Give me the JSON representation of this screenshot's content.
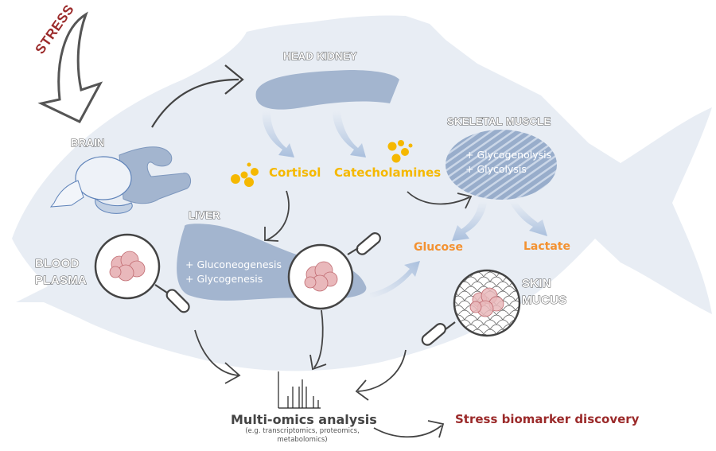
{
  "stress_label": "STRESS",
  "organs": {
    "brain": "BRAIN",
    "head_kidney": "HEAD KIDNEY",
    "skeletal_muscle": "SKELETAL MUSCLE",
    "liver": "LIVER",
    "blood_plasma": [
      "BLOOD",
      "PLASMA"
    ],
    "skin_mucus": [
      "SKIN",
      "MUCUS"
    ]
  },
  "hormones": {
    "cortisol": "Cortisol",
    "catecholamines": "Catecholamines"
  },
  "processes": {
    "muscle": [
      "+ Glycogenolysis",
      "+ Glycolysis"
    ],
    "liver": [
      "+ Gluconeogenesis",
      "+ Glycogenesis"
    ]
  },
  "metabolites": {
    "glucose": "Glucose",
    "lactate": "Lactate"
  },
  "analysis": {
    "title": "Multi-omics analysis",
    "subtitle_line1": "(e.g. transcriptomics, proteomics,",
    "subtitle_line2": "metabolomics)"
  },
  "outcome": "Stress biomarker discovery",
  "colors": {
    "fish_body": "#e8edf4",
    "organ_blue": "#a3b5cf",
    "hormone_yellow": "#f5b800",
    "metabolite_orange": "#f39232",
    "stress_red": "#9b2a2a",
    "arrow_gray": "#444444",
    "protein_red": "#c9767a"
  }
}
